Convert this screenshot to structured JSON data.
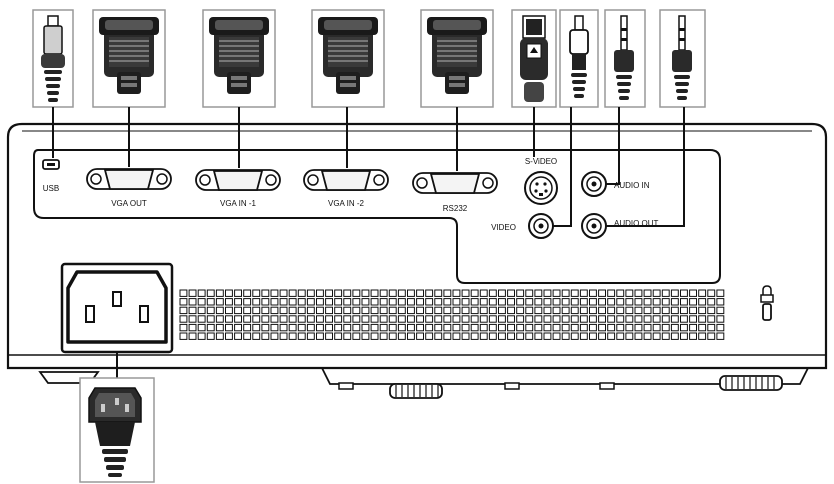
{
  "labels": {
    "usb": "USB",
    "vga_out": "VGA OUT",
    "vga_in_1": "VGA IN -1",
    "vga_in_2": "VGA IN -2",
    "rs232": "RS232",
    "s_video": "S-ViDEO",
    "video": "VIDEO",
    "audio_in": "AUDIO IN",
    "audio_out": "AUDIO OUT"
  },
  "colors": {
    "outline": "#111111",
    "panel": "#ffffff",
    "cable_box": "#999999",
    "port_fill": "#f4f4f4"
  },
  "icons": [
    "usb-plug-icon",
    "vga-plug-icon",
    "serial-plug-icon",
    "s-video-plug-icon",
    "rca-plug-icon",
    "audio-jack-plug-icon",
    "power-plug-icon",
    "power-socket-icon",
    "kensington-lock-icon"
  ]
}
